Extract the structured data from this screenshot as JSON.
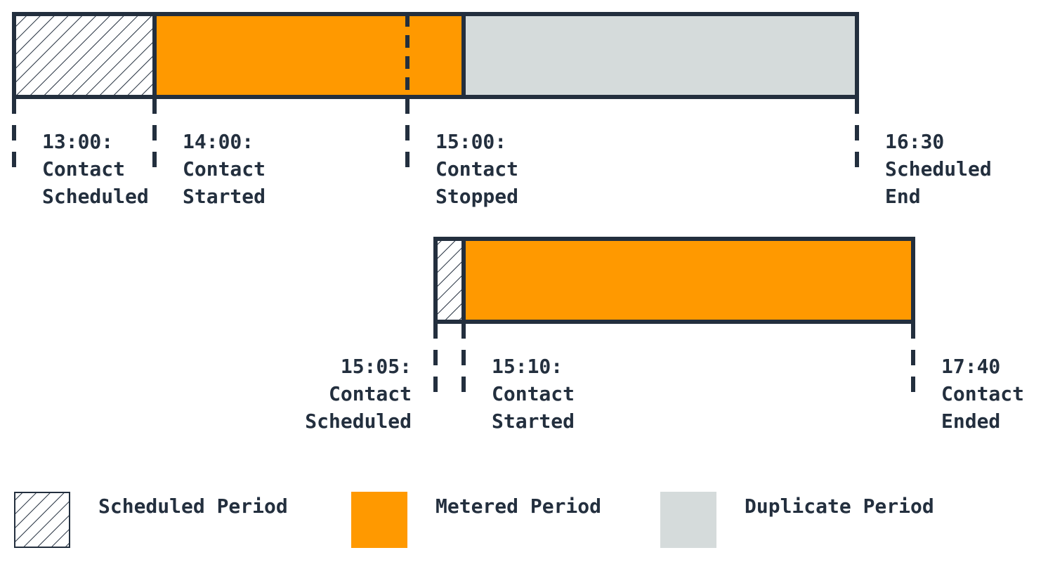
{
  "colors": {
    "outline": "#232f3e",
    "metered": "#ff9900",
    "duplicate": "#d5dbdb",
    "background": "#ffffff"
  },
  "timeline_top": {
    "markers": [
      {
        "time": "13:00:",
        "line1": "Contact",
        "line2": "Scheduled"
      },
      {
        "time": "14:00:",
        "line1": "Contact",
        "line2": "Started"
      },
      {
        "time": "15:00:",
        "line1": "Contact",
        "line2": "Stopped"
      },
      {
        "time": "16:30",
        "line1": "Scheduled",
        "line2": "End"
      }
    ]
  },
  "timeline_bottom": {
    "markers": [
      {
        "time": "15:05:",
        "line1": "Contact",
        "line2": "Scheduled"
      },
      {
        "time": "15:10:",
        "line1": "Contact",
        "line2": "Started"
      },
      {
        "time": "17:40",
        "line1": "Contact",
        "line2": "Ended"
      }
    ]
  },
  "legend": {
    "scheduled": "Scheduled Period",
    "metered": "Metered Period",
    "duplicate": "Duplicate Period"
  }
}
